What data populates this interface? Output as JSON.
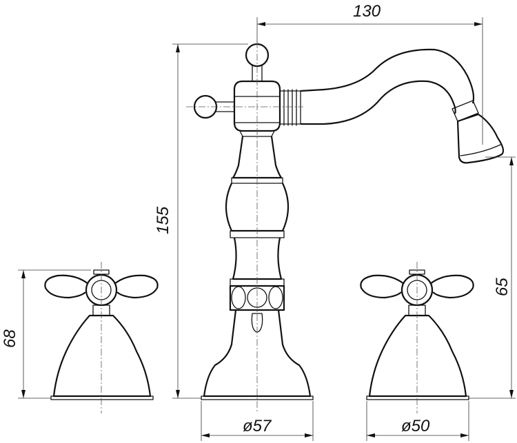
{
  "dimensions": {
    "spout_reach": "130",
    "total_height": "155",
    "handle_height": "68",
    "spout_outlet_height": "65",
    "base_diameter_mixer": "ø57",
    "base_diameter_handle": "ø50"
  }
}
